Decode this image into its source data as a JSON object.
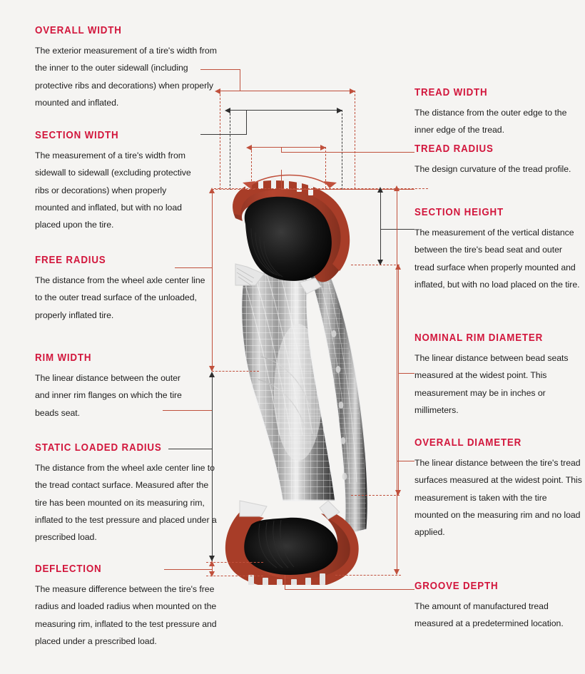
{
  "diagram": {
    "title": "Tire Dimension Terminology Cutaway",
    "background_color": "#f5f4f2",
    "heading_color": "#d2163c",
    "red_line_color": "#c0503c",
    "gray_line_color": "#3a3a3a",
    "body_text_color": "#1d1d1d"
  },
  "left_column": [
    {
      "id": "overall-width",
      "heading": "OVERALL WIDTH",
      "body": "The exterior measurement of a tire's width from the inner to the outer sidewall (including protective ribs and decorations) when properly mounted and inflated."
    },
    {
      "id": "section-width",
      "heading": "SECTION WIDTH",
      "body": "The measurement of a tire's width from sidewall to sidewall (excluding protective ribs or decorations) when properly mounted and inflated, but with no load placed upon the tire."
    },
    {
      "id": "free-radius",
      "heading": "FREE RADIUS",
      "body": "The distance from the wheel axle center line to the outer tread surface of the unloaded, properly inflated tire."
    },
    {
      "id": "rim-width",
      "heading": "RIM WIDTH",
      "body": "The linear distance between the  outer and inner rim flanges on which the tire beads seat."
    },
    {
      "id": "static-loaded-radius",
      "heading": "STATIC LOADED RADIUS",
      "body": "The distance from the wheel axle center line to the tread contact surface. Measured after the tire has been mounted on its measuring rim, inflated to the test pressure and placed under a prescribed load."
    },
    {
      "id": "deflection",
      "heading": "DEFLECTION",
      "body": "The measure difference between the tire's free radius and loaded radius when mounted on the measuring rim, inflated to the test pressure and placed under a prescribed load."
    }
  ],
  "right_column": [
    {
      "id": "tread-width",
      "heading": "TREAD WIDTH",
      "body": "The distance from the outer edge to the inner edge of the tread."
    },
    {
      "id": "tread-radius",
      "heading": "TREAD RADIUS",
      "body": "The design curvature of the tread profile."
    },
    {
      "id": "section-height",
      "heading": "SECTION HEIGHT",
      "body": "The measurement of the vertical distance between the tire's bead seat and outer tread surface when properly mounted and inflated, but with no load placed on the tire."
    },
    {
      "id": "nominal-rim-diameter",
      "heading": "NOMINAL RIM DIAMETER",
      "body": "The linear distance between bead seats measured at the widest point. This measurement may be in inches or millimeters."
    },
    {
      "id": "overall-diameter",
      "heading": "OVERALL DIAMETER",
      "body": "The linear distance between the tire's tread surfaces measured at the widest point. This measurement is taken with the tire mounted on the measuring rim and no load applied."
    },
    {
      "id": "groove-depth",
      "heading": "GROOVE DEPTH",
      "body": "The amount of manufactured tread measured at a predetermined location."
    }
  ]
}
